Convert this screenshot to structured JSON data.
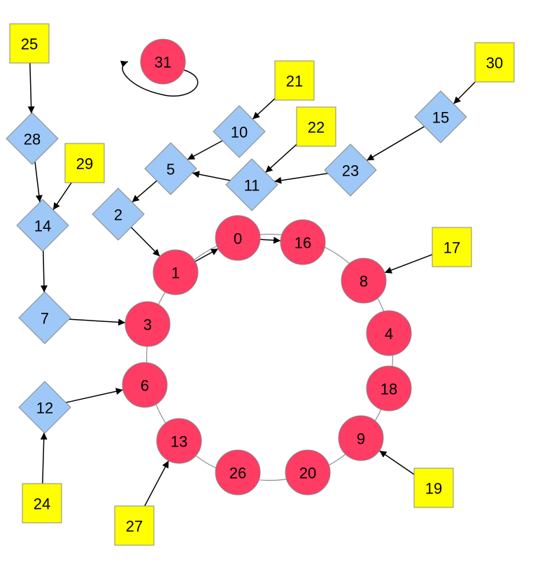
{
  "colors": {
    "cycle_fill": "#ff3c64",
    "tree_fill": "#9ec8f7",
    "leaf_fill": "#ffff00",
    "edge": "#000000",
    "ring": "#8f8f8f",
    "outline": "#888888"
  },
  "nodes": [
    {
      "id": "0",
      "label": "0",
      "shape": "circle"
    },
    {
      "id": "1",
      "label": "1",
      "shape": "circle"
    },
    {
      "id": "2",
      "label": "2",
      "shape": "diamond"
    },
    {
      "id": "3",
      "label": "3",
      "shape": "circle"
    },
    {
      "id": "4",
      "label": "4",
      "shape": "circle"
    },
    {
      "id": "5",
      "label": "5",
      "shape": "diamond"
    },
    {
      "id": "6",
      "label": "6",
      "shape": "circle"
    },
    {
      "id": "7",
      "label": "7",
      "shape": "diamond"
    },
    {
      "id": "8",
      "label": "8",
      "shape": "circle"
    },
    {
      "id": "9",
      "label": "9",
      "shape": "circle"
    },
    {
      "id": "10",
      "label": "10",
      "shape": "diamond"
    },
    {
      "id": "11",
      "label": "11",
      "shape": "diamond"
    },
    {
      "id": "12",
      "label": "12",
      "shape": "diamond"
    },
    {
      "id": "13",
      "label": "13",
      "shape": "circle"
    },
    {
      "id": "14",
      "label": "14",
      "shape": "diamond"
    },
    {
      "id": "15",
      "label": "15",
      "shape": "diamond"
    },
    {
      "id": "16",
      "label": "16",
      "shape": "circle"
    },
    {
      "id": "17",
      "label": "17",
      "shape": "square"
    },
    {
      "id": "18",
      "label": "18",
      "shape": "circle"
    },
    {
      "id": "19",
      "label": "19",
      "shape": "square"
    },
    {
      "id": "20",
      "label": "20",
      "shape": "circle"
    },
    {
      "id": "21",
      "label": "21",
      "shape": "square"
    },
    {
      "id": "22",
      "label": "22",
      "shape": "square"
    },
    {
      "id": "23",
      "label": "23",
      "shape": "diamond"
    },
    {
      "id": "24",
      "label": "24",
      "shape": "square"
    },
    {
      "id": "25",
      "label": "25",
      "shape": "square"
    },
    {
      "id": "26",
      "label": "26",
      "shape": "circle"
    },
    {
      "id": "27",
      "label": "27",
      "shape": "square"
    },
    {
      "id": "28",
      "label": "28",
      "shape": "diamond"
    },
    {
      "id": "29",
      "label": "29",
      "shape": "square"
    },
    {
      "id": "30",
      "label": "30",
      "shape": "square"
    },
    {
      "id": "31",
      "label": "31",
      "shape": "circle"
    }
  ],
  "cycle": [
    "0",
    "16",
    "8",
    "4",
    "18",
    "9",
    "20",
    "26",
    "13",
    "6",
    "3",
    "1"
  ],
  "edges": [
    [
      "1",
      "0"
    ],
    [
      "0",
      "16"
    ],
    [
      "2",
      "1"
    ],
    [
      "5",
      "2"
    ],
    [
      "10",
      "5"
    ],
    [
      "11",
      "5"
    ],
    [
      "21",
      "10"
    ],
    [
      "22",
      "11"
    ],
    [
      "23",
      "11"
    ],
    [
      "15",
      "23"
    ],
    [
      "30",
      "15"
    ],
    [
      "17",
      "8"
    ],
    [
      "19",
      "9"
    ],
    [
      "7",
      "3"
    ],
    [
      "14",
      "7"
    ],
    [
      "28",
      "14"
    ],
    [
      "29",
      "14"
    ],
    [
      "25",
      "28"
    ],
    [
      "12",
      "6"
    ],
    [
      "24",
      "12"
    ],
    [
      "27",
      "13"
    ],
    [
      "31",
      "31"
    ]
  ]
}
